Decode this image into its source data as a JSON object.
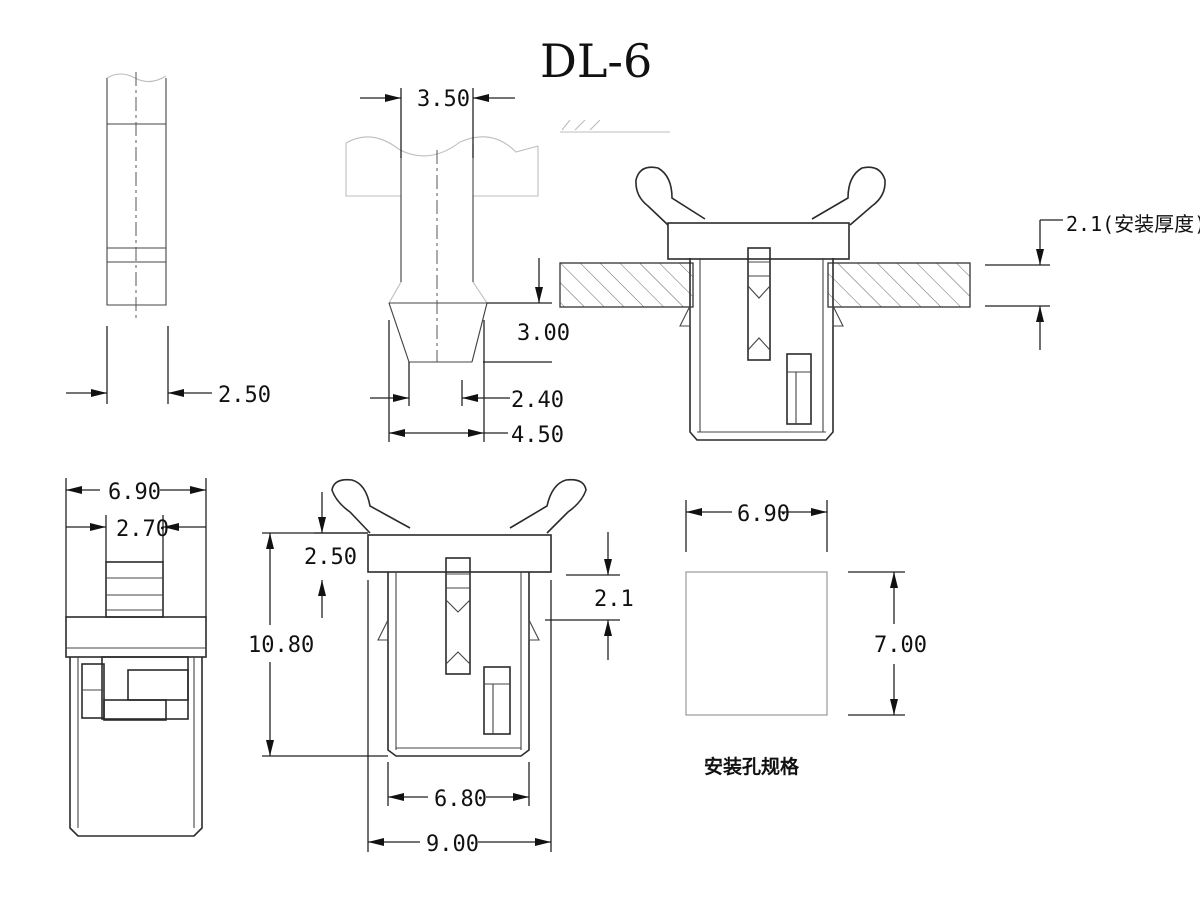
{
  "title": "DL-6",
  "dimensions": {
    "side_width": "2.50",
    "pin_head_width": "3.50",
    "pin_tip_length": "3.00",
    "pin_tip_width": "2.40",
    "pin_base_width": "4.50",
    "top_mounting_thickness": "2.1(安装厚度)",
    "bottom_overall_width": "6.90",
    "bottom_inner_width": "2.70",
    "front_flange_height": "2.50",
    "front_height": "10.80",
    "front_side_gap": "2.1",
    "front_bottom_width": "6.80",
    "front_total_width": "9.00",
    "hole_width": "6.90",
    "hole_height": "7.00"
  },
  "hole_caption": "安装孔规格"
}
